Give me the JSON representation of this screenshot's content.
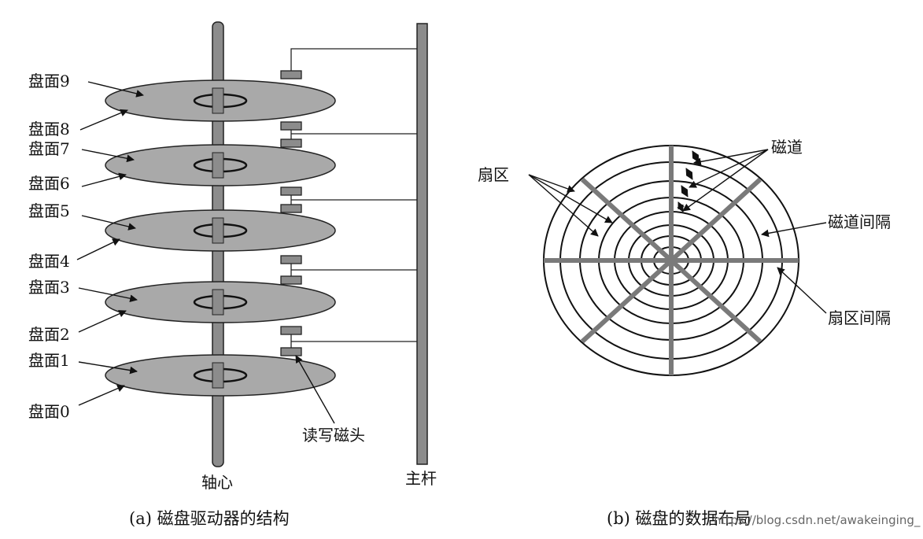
{
  "figure_a": {
    "platter_labels": [
      "盘面9",
      "盘面8",
      "盘面7",
      "盘面6",
      "盘面5",
      "盘面4",
      "盘面3",
      "盘面2",
      "盘面1",
      "盘面0"
    ],
    "head_label": "读写磁头",
    "spindle_label": "轴心",
    "arm_label": "主杆",
    "caption": "(a) 磁盘驱动器的结构"
  },
  "figure_b": {
    "sector_label": "扇区",
    "track_label": "磁道",
    "track_gap_label": "磁道间隔",
    "sector_gap_label": "扇区间隔",
    "caption": "(b) 磁盘的数据布局"
  },
  "watermark": "https://blog.csdn.net/awakeinging_",
  "colors": {
    "platter": "#a9a9a9",
    "shaft": "#8c8c8c",
    "ink": "#111111",
    "divider": "#7a7a7a"
  }
}
